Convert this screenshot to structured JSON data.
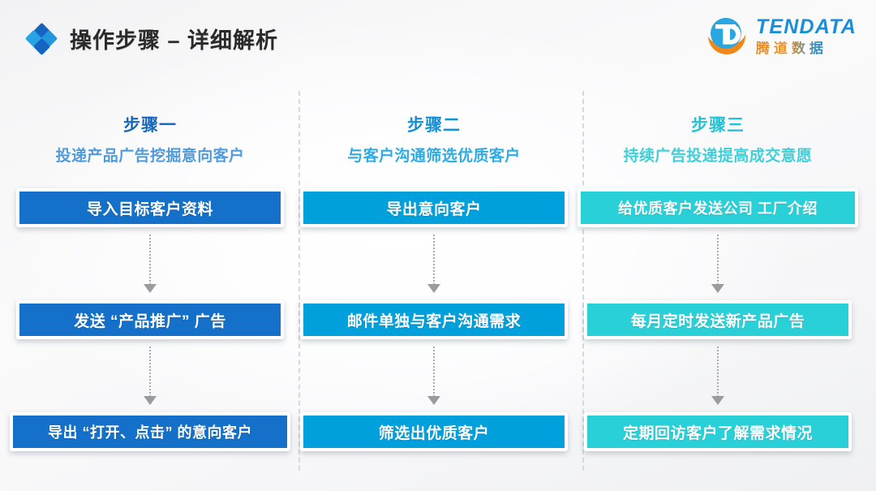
{
  "header": {
    "title": "操作步骤 – 详细解析",
    "diamond_icon": "diamond-cluster-icon",
    "logo": {
      "mark": "tendata-d-logo-icon",
      "english": "TENDATA",
      "chinese": "腾道数据",
      "colors": {
        "blue": "#1a8fd8",
        "orange": "#f08a1e"
      }
    }
  },
  "colors": {
    "step1": "#1470c8",
    "step2": "#00a0dd",
    "step3": "#2ad0d8",
    "divider": "#d8d8dc",
    "arrow": "#a9aab0"
  },
  "columns": [
    {
      "step": "步骤一",
      "desc": "投递产品广告挖掘意向客户",
      "accent": "#1470c8",
      "nodes": [
        "导入目标客户资料",
        "发送 “产品推广” 广告",
        "导出 “打开、点击” 的意向客户"
      ]
    },
    {
      "step": "步骤二",
      "desc": "与客户沟通筛选优质客户",
      "accent": "#00a0dd",
      "nodes": [
        "导出意向客户",
        "邮件单独与客户沟通需求",
        "筛选出优质客户"
      ]
    },
    {
      "step": "步骤三",
      "desc": "持续广告投递提高成交意愿",
      "accent": "#2ad0d8",
      "nodes": [
        "给优质客户发送公司 工厂介绍",
        "每月定时发送新产品广告",
        "定期回访客户了解需求情况"
      ]
    }
  ]
}
